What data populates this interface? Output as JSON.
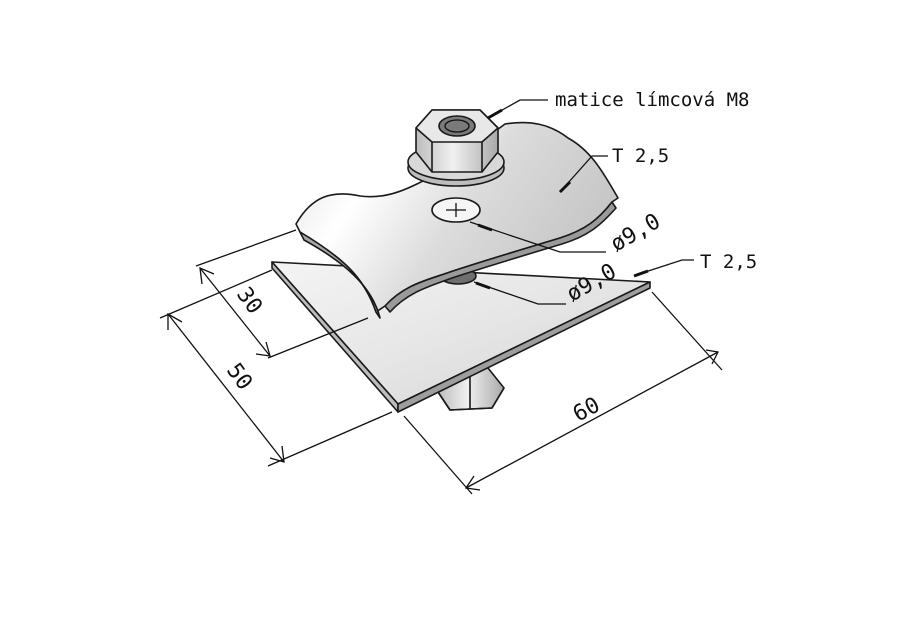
{
  "annotations": {
    "nut": "matice límcová M8",
    "clip_thickness": "T 2,5",
    "plate_thickness": "T 2,5",
    "clip_hole": "ø9,0",
    "plate_hole": "ø9,0"
  },
  "dimensions": {
    "depth_clip": "30",
    "depth_plate": "50",
    "length_plate": "60"
  }
}
